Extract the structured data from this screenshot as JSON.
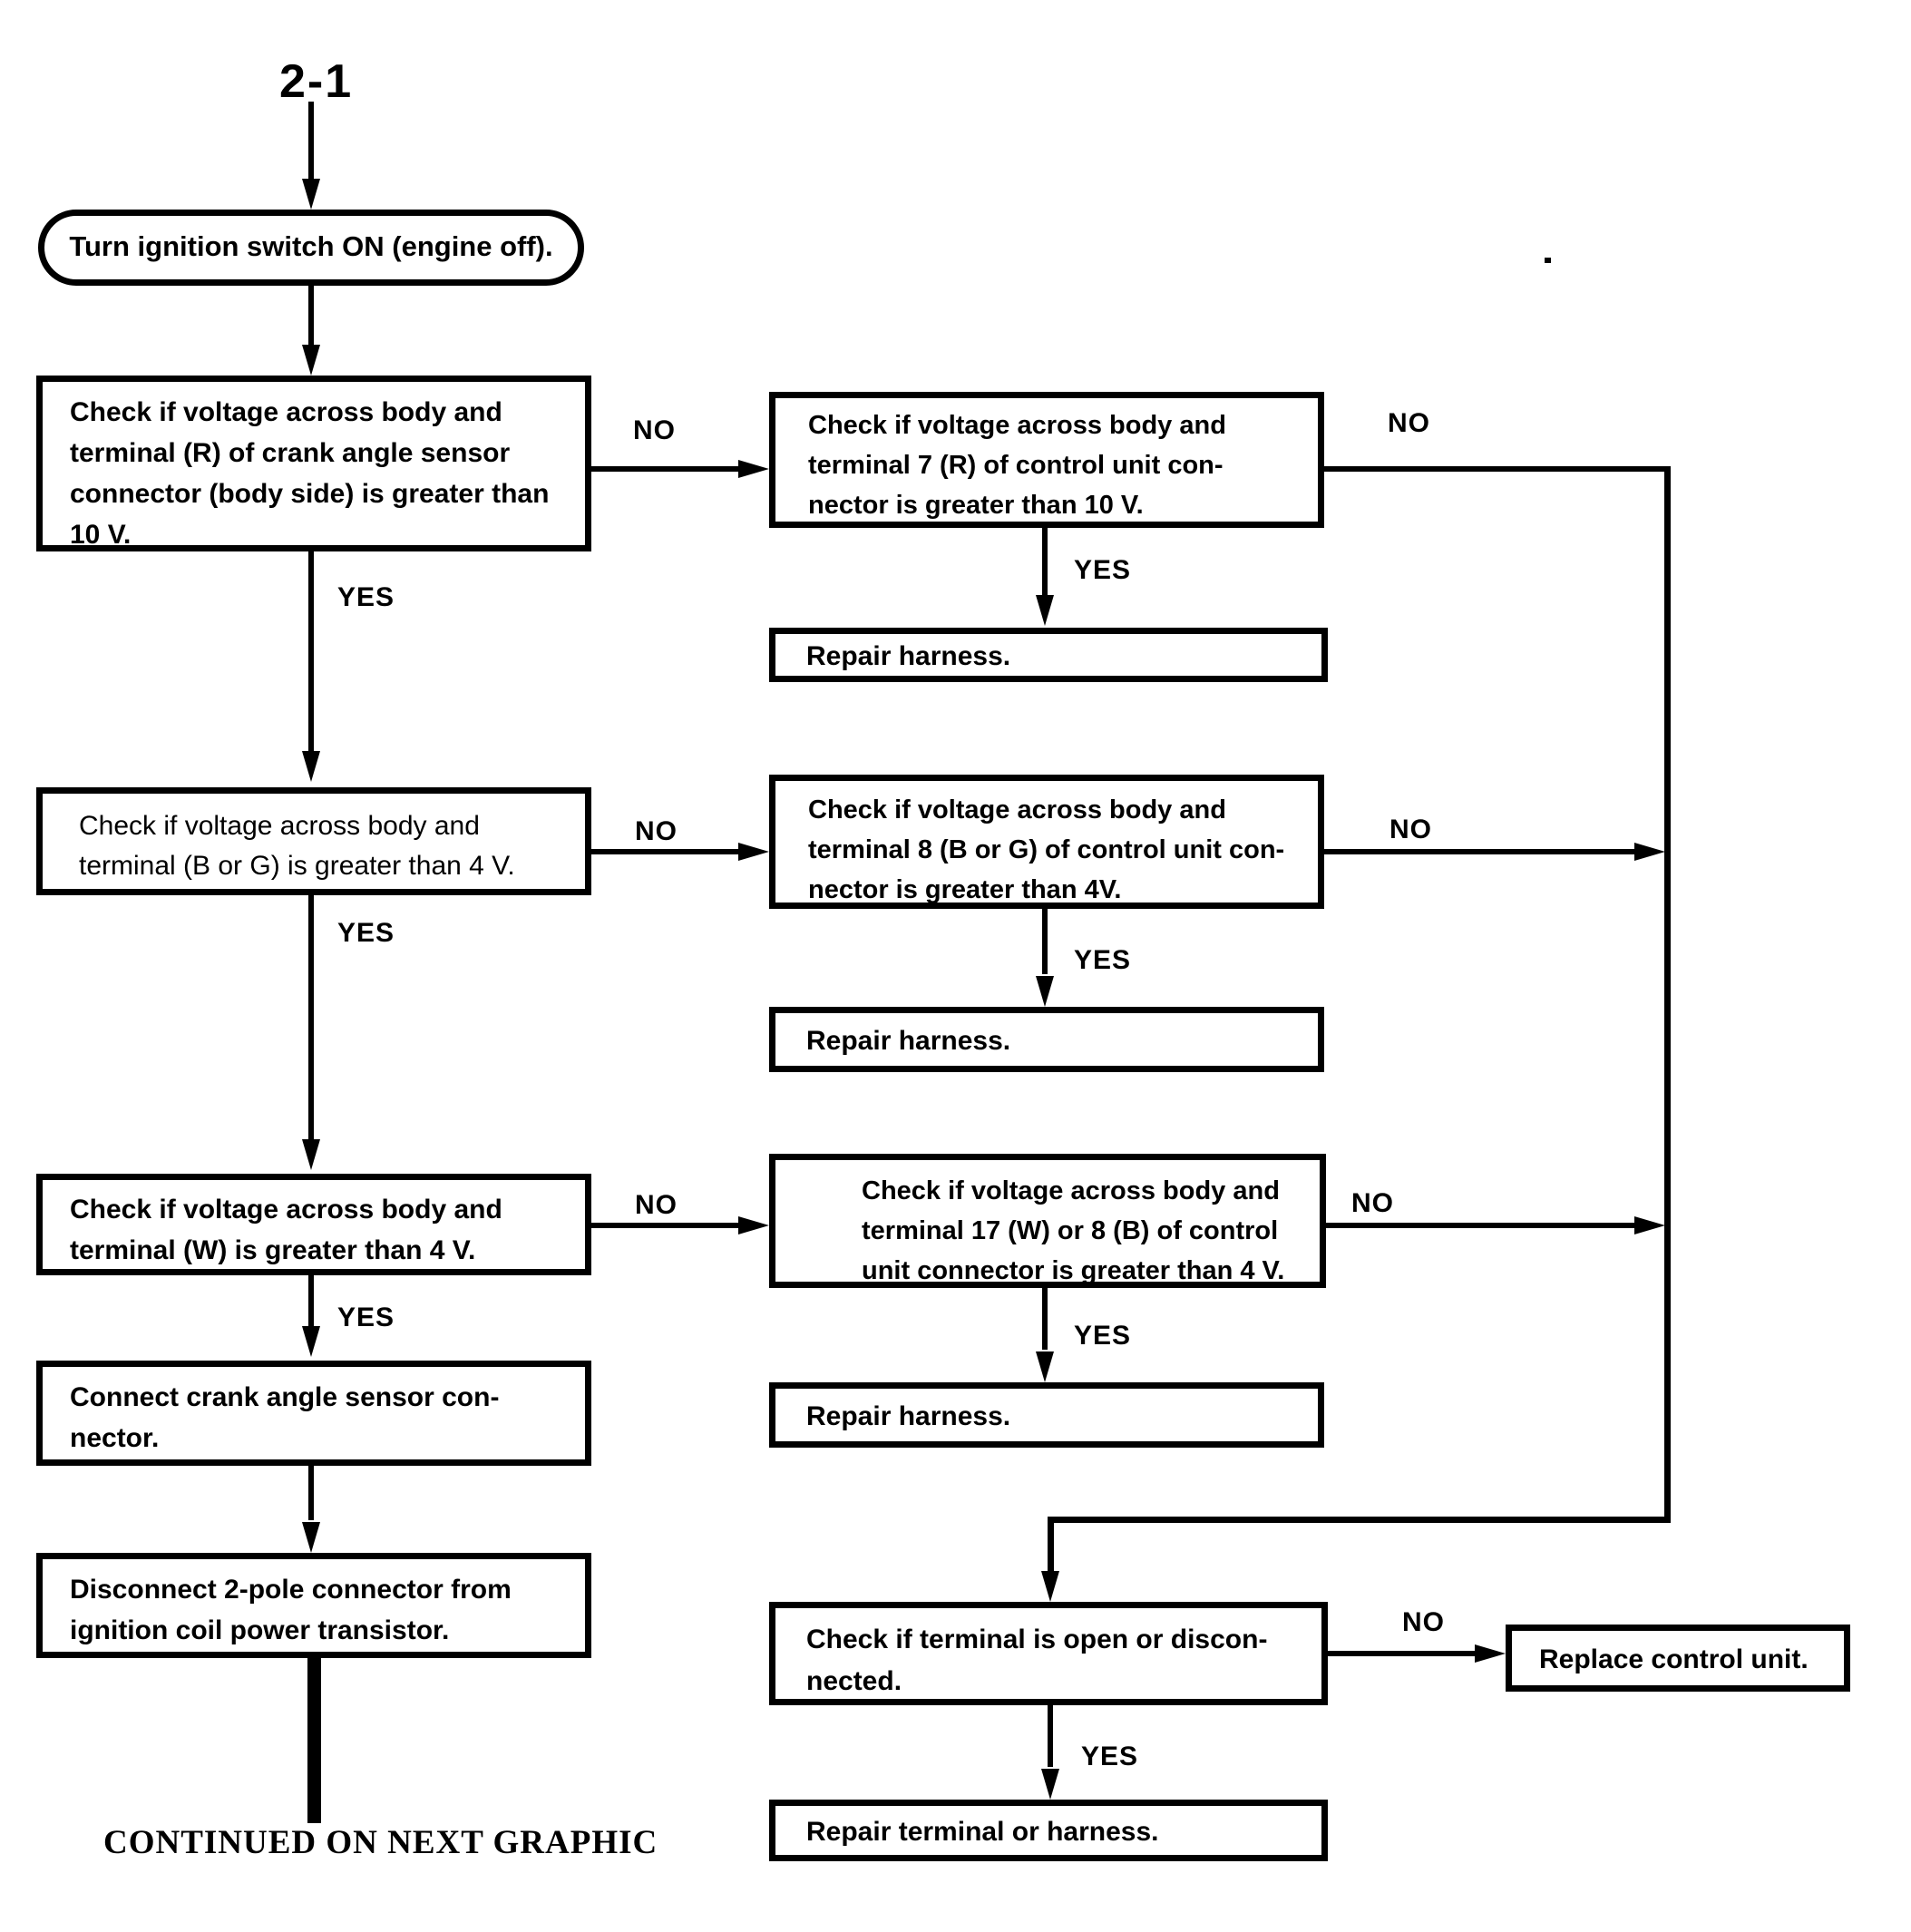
{
  "page": {
    "flow_id": "2-1",
    "footer_note": "CONTINUED ON NEXT GRAPHIC"
  },
  "labels": {
    "yes": "YES",
    "no": "NO"
  },
  "nodes": {
    "start": "Turn ignition switch ON (engine off).",
    "crank_sensor_voltage_check": "Check if voltage across body and\nterminal (R) of crank angle sensor\nconnector (body side) is greater than\n10 V.",
    "control_unit_terminal7_check": "Check if voltage across body and\nterminal 7 (R) of control unit con-\nnector is greater than 10 V.",
    "repair_harness_1": "Repair harness.",
    "terminal_bg_voltage_check": "Check if voltage across body and\nterminal (B or G) is greater than 4 V.",
    "control_unit_terminal8_check": "Check if voltage across body and\nterminal 8 (B or G) of control unit con-\nnector is greater than 4V.",
    "repair_harness_2": "Repair harness.",
    "terminal_w_voltage_check": "Check if voltage across body and\nterminal (W) is greater than 4 V.",
    "control_unit_terminal17_check": "Check if voltage across body and\nterminal 17 (W) or 8 (B) of control\nunit connector is greater than 4 V.",
    "repair_harness_3": "Repair harness.",
    "connect_crank_sensor": "Connect crank angle sensor con-\nnector.",
    "disconnect_2pole": "Disconnect 2-pole connector from\nignition coil power transistor.",
    "terminal_open_check": "Check if terminal is open or discon-\nnected.",
    "replace_control_unit": "Replace control unit.",
    "repair_terminal_harness": "Repair terminal or harness."
  },
  "colors": {
    "ink": "#000000",
    "paper": "#ffffff"
  }
}
